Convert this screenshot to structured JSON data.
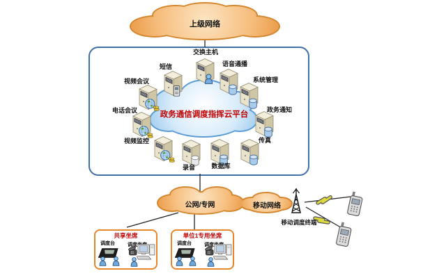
{
  "diagram": {
    "top_cloud": {
      "label": "上级网络"
    },
    "platform_box": {
      "cloud_label": "政务通信调度指挥云平台",
      "nodes": [
        {
          "id": "switch-host",
          "label": "交换主机",
          "badge": "person-icon"
        },
        {
          "id": "sms",
          "label": "短信",
          "badge": "mobile-phone-icon"
        },
        {
          "id": "voice-broadcast",
          "label": "语音通播",
          "badge": "database-icon"
        },
        {
          "id": "video-conference",
          "label": "视频会议",
          "badge": "globe-keys-icon"
        },
        {
          "id": "system-management",
          "label": "系统管理",
          "badge": "database-icon"
        },
        {
          "id": "phone-conference",
          "label": "电话会议",
          "badge": "globe-keys-icon"
        },
        {
          "id": "gov-notice",
          "label": "政务通知",
          "badge": "database-icon"
        },
        {
          "id": "video-surveillance",
          "label": "视频监控",
          "badge": "globe-keys-icon"
        },
        {
          "id": "fax",
          "label": "传真",
          "badge": "database-icon"
        },
        {
          "id": "recording",
          "label": "录音",
          "badge": "gray-cylinder-icon"
        },
        {
          "id": "database",
          "label": "数据库",
          "badge": "database-icon"
        }
      ]
    },
    "public_network_cloud": {
      "label": "公网/专网"
    },
    "mobile_network_cloud": {
      "label": "移动网络"
    },
    "mobile_terminal": {
      "label": "移动调度终端"
    },
    "seat_groups": [
      {
        "title": "共享坐席",
        "console_label": "调度台",
        "seat_label": "调度坐席"
      },
      {
        "title": "单位1专用坐席",
        "console_label": "调度台",
        "seat_label": "调度坐席"
      }
    ],
    "colors": {
      "orange_cloud_border": "#D4872F",
      "orange_cloud_fill": "#F2A857",
      "blue_cloud_border": "#5B9BD5",
      "blue_cloud_fill": "#BFDDF5",
      "platform_box_border": "#3E6FA8",
      "seat_box_border": "#E8862C",
      "title_red": "#C00000",
      "text_black": "#111111"
    }
  }
}
